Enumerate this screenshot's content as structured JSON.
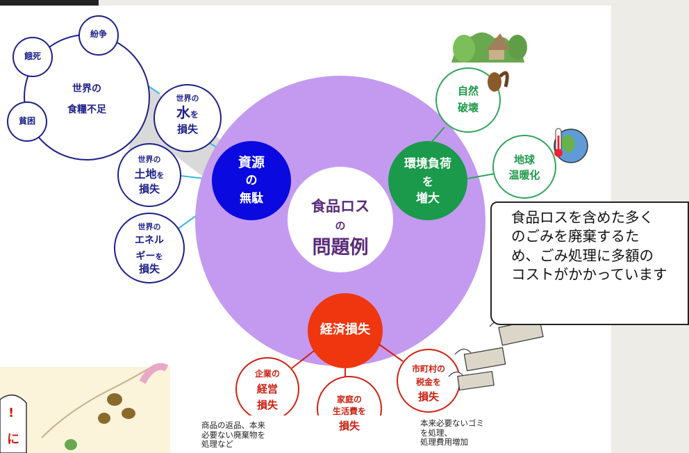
{
  "center": {
    "line1": "食品ロス",
    "line2": "の",
    "line3": "問題例"
  },
  "resource": {
    "line1": "資源",
    "line2": "の",
    "line3": "無駄"
  },
  "environment": {
    "line1": "環境負荷",
    "line2": "を",
    "line3": "増大"
  },
  "economic": {
    "label": "経済損失"
  },
  "world_food": {
    "main1": "世界の",
    "main2": "食糧不足",
    "conflict": "紛争",
    "starvation": "餓死",
    "poverty": "貧困"
  },
  "water_loss": {
    "l1": "世界の",
    "l2a": "水",
    "l2b": "を",
    "l3": "損失"
  },
  "land_loss": {
    "l1": "世界の",
    "l2a": "土地",
    "l2b": "を",
    "l3": "損失"
  },
  "energy_loss": {
    "l1": "世界の",
    "l2": "エネル",
    "l3a": "ギー",
    "l3b": "を",
    "l4": "損失"
  },
  "nature": {
    "l1": "自然",
    "l2": "破壊"
  },
  "warming": {
    "l1": "地球",
    "l2": "温暖化"
  },
  "business": {
    "l1": "企業の",
    "l2": "経営",
    "l3": "損失"
  },
  "household": {
    "l1": "家庭の",
    "l2": "生活費を",
    "l3": "損失"
  },
  "municipal": {
    "l1": "市町村の",
    "l2": "税金を",
    "l3": "損失"
  },
  "notes": {
    "business_note": "商品の返品、本来\n必要ない廃棄物を\n処理など",
    "municipal_note": "本来必要ないゴミ\nを処理、\n処理費用増加"
  },
  "callout": {
    "text": "食品ロスを含めた多く\nのごみを廃棄するた\nめ、ごみ処理に多額の\nコストがかかっています"
  },
  "colors": {
    "ring": "#c39af0",
    "resource": "#0a0ae0",
    "environment": "#1a9a4a",
    "economic": "#f0360e",
    "blue_outline": "#1b1f8a",
    "green_outline": "#2fa35a",
    "red_outline": "#d11f0f",
    "connector_blue": "#3cb4e6"
  },
  "icons": [
    "forest-animal-illustration",
    "earth-thermometer-illustration",
    "flying-money-illustration",
    "food-scraps-illustration"
  ]
}
